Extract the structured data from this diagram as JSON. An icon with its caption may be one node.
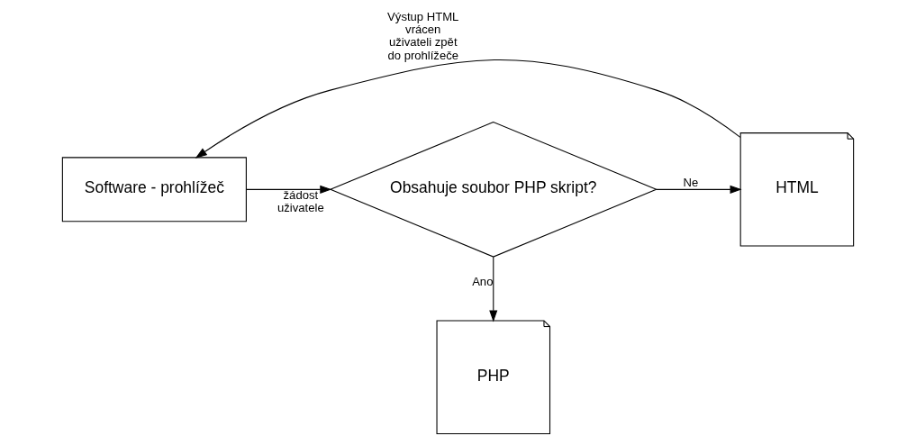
{
  "diagram": {
    "nodes": [
      {
        "text": [
          "Software - prohlížeč"
        ]
      },
      {
        "text": [
          "Obsahuje soubor PHP skript?"
        ]
      },
      {
        "text": [
          "HTML"
        ]
      },
      {
        "text": [
          "PHP"
        ]
      }
    ],
    "edges": [
      {
        "from": 0,
        "to": 1,
        "arrow": "to",
        "label": "žádost uživatele"
      },
      {
        "from": 1,
        "to": 2,
        "arrow": "to",
        "label": "Ne"
      },
      {
        "from": 1,
        "to": 3,
        "arrow": "to",
        "label": "Ano"
      },
      {
        "from": 2,
        "to": 0,
        "arrow": "to",
        "label": "Výstup HTML vrácen uživateli zpět do prohlížeče"
      }
    ]
  }
}
